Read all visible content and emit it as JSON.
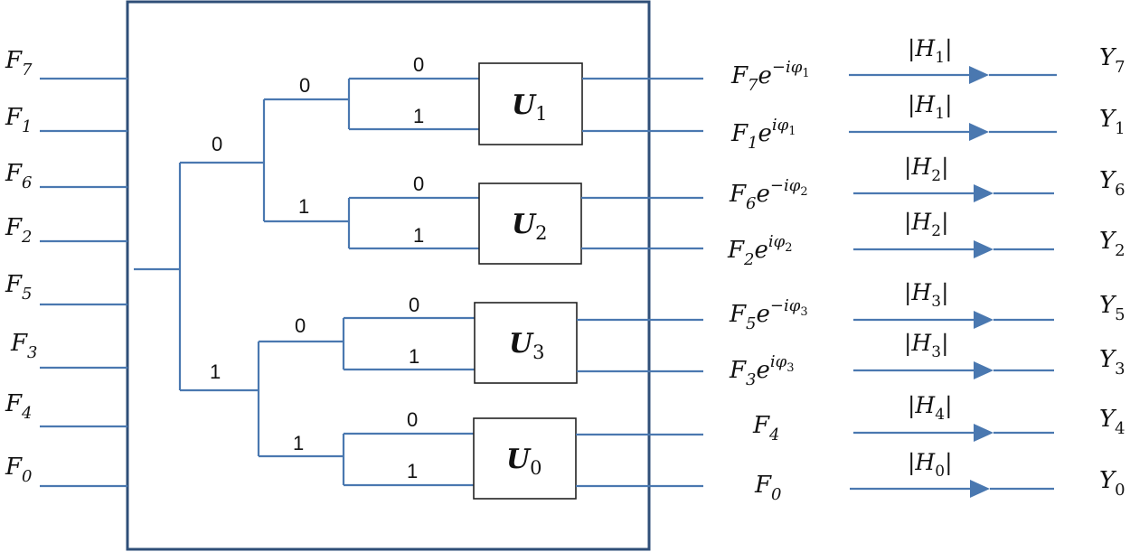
{
  "inputs": [
    {
      "base": "F",
      "sub": "7"
    },
    {
      "base": "F",
      "sub": "1"
    },
    {
      "base": "F",
      "sub": "6"
    },
    {
      "base": "F",
      "sub": "2"
    },
    {
      "base": "F",
      "sub": "5"
    },
    {
      "base": "F",
      "sub": "3"
    },
    {
      "base": "F",
      "sub": "4"
    },
    {
      "base": "F",
      "sub": "0"
    }
  ],
  "tree_bits": {
    "level1": [
      "0",
      "1"
    ],
    "level2": [
      "0",
      "1",
      "0",
      "1"
    ],
    "level3": [
      "0",
      "1",
      "0",
      "1",
      "0",
      "1",
      "0",
      "1"
    ]
  },
  "unitaries": [
    {
      "base": "U",
      "sub": "1"
    },
    {
      "base": "U",
      "sub": "2"
    },
    {
      "base": "U",
      "sub": "3"
    },
    {
      "base": "U",
      "sub": "0"
    }
  ],
  "phase_outputs": [
    {
      "base": "F",
      "sub": "7",
      "exp": "−iφ",
      "exp_sub": "1"
    },
    {
      "base": "F",
      "sub": "1",
      "exp": "iφ",
      "exp_sub": "1"
    },
    {
      "base": "F",
      "sub": "6",
      "exp": "−iφ",
      "exp_sub": "2"
    },
    {
      "base": "F",
      "sub": "2",
      "exp": "iφ",
      "exp_sub": "2"
    },
    {
      "base": "F",
      "sub": "5",
      "exp": "−iφ",
      "exp_sub": "3"
    },
    {
      "base": "F",
      "sub": "3",
      "exp": "iφ",
      "exp_sub": "3"
    },
    {
      "base": "F",
      "sub": "4",
      "exp": "",
      "exp_sub": ""
    },
    {
      "base": "F",
      "sub": "0",
      "exp": "",
      "exp_sub": ""
    }
  ],
  "gains": [
    {
      "base": "|H",
      "sub": "1",
      "close": "|"
    },
    {
      "base": "|H",
      "sub": "1",
      "close": "|"
    },
    {
      "base": "|H",
      "sub": "2",
      "close": "|"
    },
    {
      "base": "|H",
      "sub": "2",
      "close": "|"
    },
    {
      "base": "|H",
      "sub": "3",
      "close": "|"
    },
    {
      "base": "|H",
      "sub": "3",
      "close": "|"
    },
    {
      "base": "|H",
      "sub": "4",
      "close": "|"
    },
    {
      "base": "|H",
      "sub": "0",
      "close": "|"
    }
  ],
  "outputs": [
    {
      "base": "Y",
      "sub": "7"
    },
    {
      "base": "Y",
      "sub": "1"
    },
    {
      "base": "Y",
      "sub": "6"
    },
    {
      "base": "Y",
      "sub": "2"
    },
    {
      "base": "Y",
      "sub": "5"
    },
    {
      "base": "Y",
      "sub": "3"
    },
    {
      "base": "Y",
      "sub": "4"
    },
    {
      "base": "Y",
      "sub": "0"
    }
  ]
}
